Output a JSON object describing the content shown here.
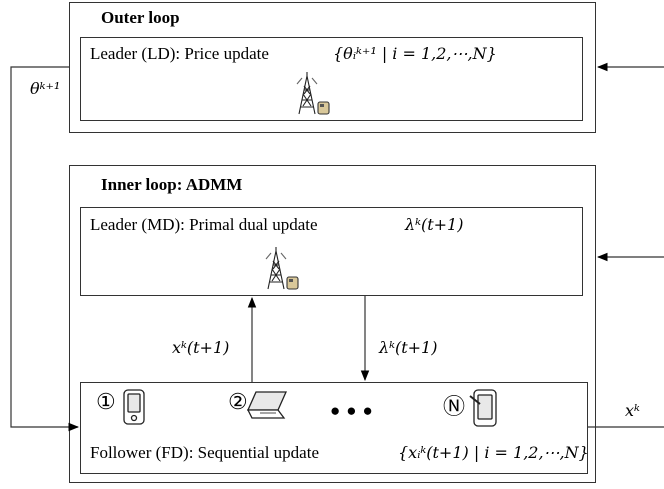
{
  "outer": {
    "title": "Outer loop",
    "leader_label": "Leader (LD): Price update",
    "leader_formula": "{θᵢᵏ⁺¹ | i = 1,2,⋯,N}"
  },
  "inner": {
    "title": "Inner loop: ADMM",
    "leader_label": "Leader (MD): Primal dual update",
    "leader_formula": "λᵏ(t+1)"
  },
  "follower": {
    "label": "Follower (FD): Sequential update",
    "formula": "{xᵢᵏ(t+1) | i = 1,2,⋯,N}",
    "device_1": "①",
    "device_2": "②",
    "device_n": "Ⓝ",
    "ellipsis": "●●●"
  },
  "arrows": {
    "theta_label": "θᵏ⁺¹",
    "up_label": "xᵏ(t+1)",
    "down_label": "λᵏ(t+1)",
    "right_label": "xᵏ"
  },
  "icons": [
    "tower-icon",
    "phone-icon",
    "laptop-icon",
    "tablet-icon"
  ]
}
